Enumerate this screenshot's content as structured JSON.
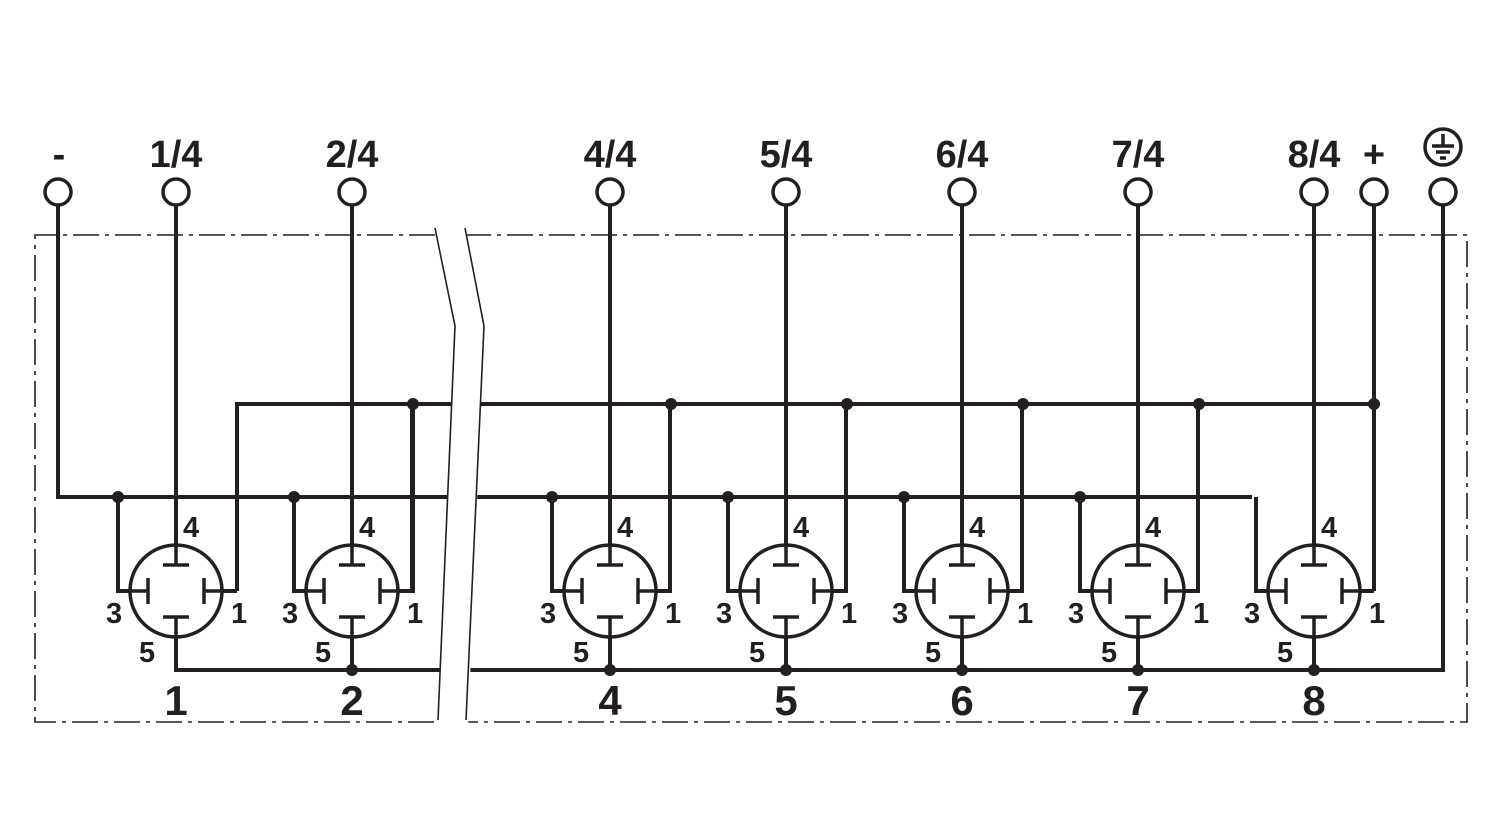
{
  "terminals": [
    {
      "id": "minus",
      "label": "-"
    },
    {
      "id": "t1",
      "label": "1/4"
    },
    {
      "id": "t2",
      "label": "2/4"
    },
    {
      "id": "t4",
      "label": "4/4"
    },
    {
      "id": "t5",
      "label": "5/4"
    },
    {
      "id": "t6",
      "label": "6/4"
    },
    {
      "id": "t7",
      "label": "7/4"
    },
    {
      "id": "t8",
      "label": "8/4"
    },
    {
      "id": "plus",
      "label": "+"
    },
    {
      "id": "pe",
      "label": "",
      "icon": "protective-earth-icon"
    }
  ],
  "ports": [
    {
      "label": "1",
      "pins": {
        "p1": "1",
        "p3": "3",
        "p4": "4",
        "p5": "5"
      }
    },
    {
      "label": "2",
      "pins": {
        "p1": "1",
        "p3": "3",
        "p4": "4",
        "p5": "5"
      }
    },
    {
      "label": "4",
      "pins": {
        "p1": "1",
        "p3": "3",
        "p4": "4",
        "p5": "5"
      }
    },
    {
      "label": "5",
      "pins": {
        "p1": "1",
        "p3": "3",
        "p4": "4",
        "p5": "5"
      }
    },
    {
      "label": "6",
      "pins": {
        "p1": "1",
        "p3": "3",
        "p4": "4",
        "p5": "5"
      }
    },
    {
      "label": "7",
      "pins": {
        "p1": "1",
        "p3": "3",
        "p4": "4",
        "p5": "5"
      }
    },
    {
      "label": "8",
      "pins": {
        "p1": "1",
        "p3": "3",
        "p4": "4",
        "p5": "5"
      }
    }
  ],
  "colors": {
    "ink": "#231f20",
    "background": "#ffffff"
  }
}
